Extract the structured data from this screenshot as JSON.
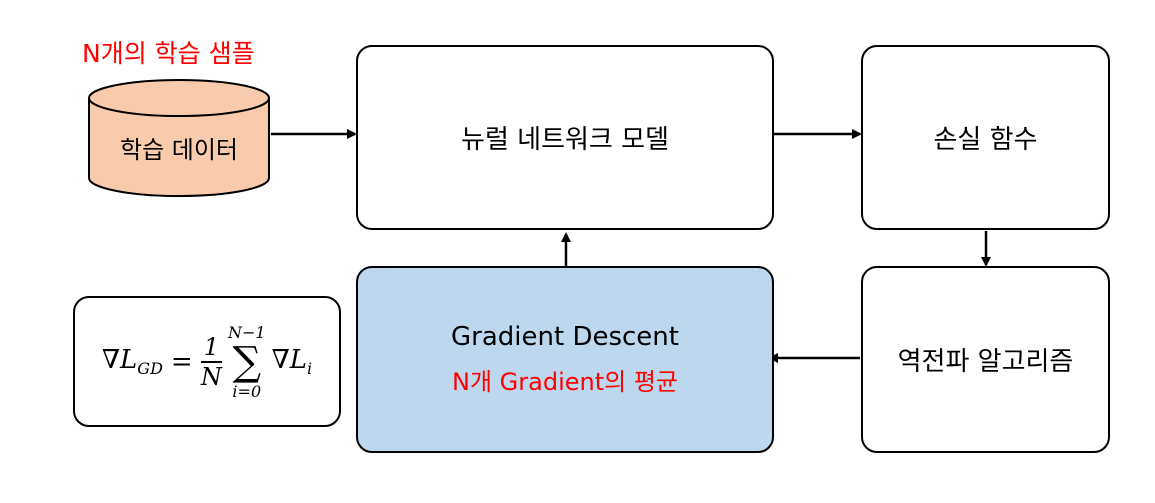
{
  "data_source": {
    "caption": "N개의 학습 샘플",
    "label": "학습 데이터",
    "fill_color": "#f8cbad"
  },
  "nodes": {
    "model": "뉴럴 네트워크 모델",
    "loss": "손실 함수",
    "backprop": "역전파 알고리즘",
    "gd_title": "Gradient Descent",
    "gd_subtitle": "N개 Gradient의 평균",
    "gd_fill": "#bdd7ee"
  },
  "formula": {
    "lhs": "∇L",
    "lhs_sub": "GD",
    "equals": "=",
    "frac_num": "1",
    "frac_den": "N",
    "sum_upper": "N−1",
    "sum_symbol": "∑",
    "sum_lower": "i=0",
    "term": "∇L",
    "term_sub": "i"
  },
  "colors": {
    "accent_red": "#ff0000"
  }
}
